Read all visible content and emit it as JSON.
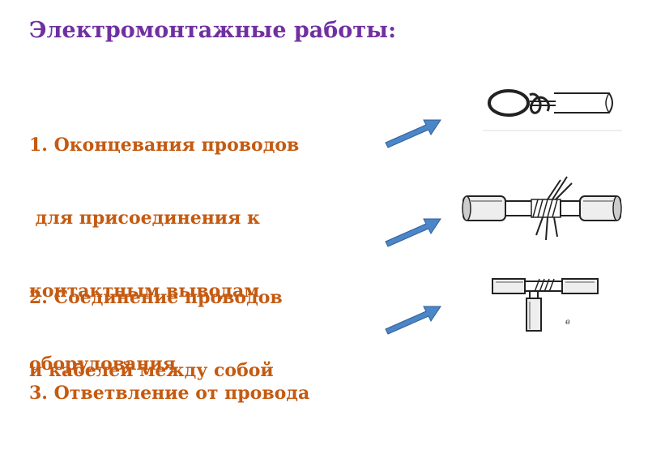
{
  "title": "Электромонтажные работы:",
  "items": [
    {
      "lines": [
        "1. Оконцевания проводов",
        " для присоединения к",
        "контактным выводам",
        "оборудования"
      ]
    },
    {
      "lines": [
        "2. Соединение проводов",
        "и кабелей между собой"
      ]
    },
    {
      "lines": [
        "3. Ответвление от провода"
      ]
    }
  ],
  "figure_label": "в",
  "colors": {
    "title": "#7030a0",
    "text": "#c55a11",
    "arrow": "#4a86c8"
  },
  "icons": [
    "arrow-icon",
    "wire-loop-icon",
    "wire-twist-icon",
    "wire-branch-icon"
  ]
}
